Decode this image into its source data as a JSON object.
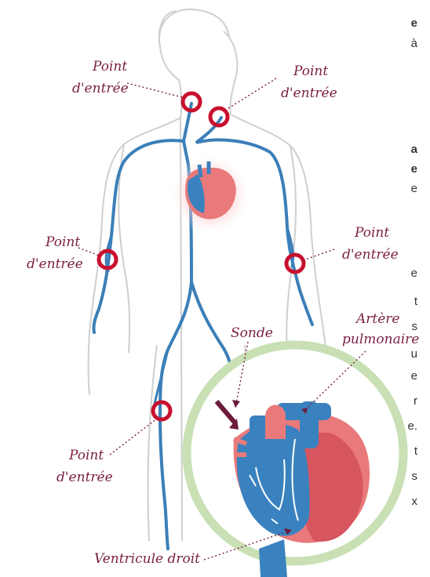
{
  "labels": {
    "entry_neck_left": [
      "Point",
      "d'entrée"
    ],
    "entry_neck_right": [
      "Point",
      "d'entrée"
    ],
    "entry_arm_left": [
      "Point",
      "d'entrée"
    ],
    "entry_arm_right": [
      "Point",
      "d'entrée"
    ],
    "entry_leg": [
      "Point",
      "d'entrée"
    ],
    "probe": "Sonde",
    "artery": [
      "Artère",
      "pulmonaire"
    ],
    "ventricle": "Ventricule droit"
  },
  "left_text_fragments": [
    "e",
    "à",
    "a",
    "e",
    "e",
    "e",
    "t",
    "s",
    "u",
    "e",
    "r",
    "e.",
    "t",
    "s",
    "x"
  ],
  "colors": {
    "vein": "#3b7fb8",
    "marker": "#c8102e",
    "label": "#7a1f45",
    "ring": "#c8e0b4",
    "heart_red": "#e9797a",
    "heart_blue": "#3a82bf"
  }
}
